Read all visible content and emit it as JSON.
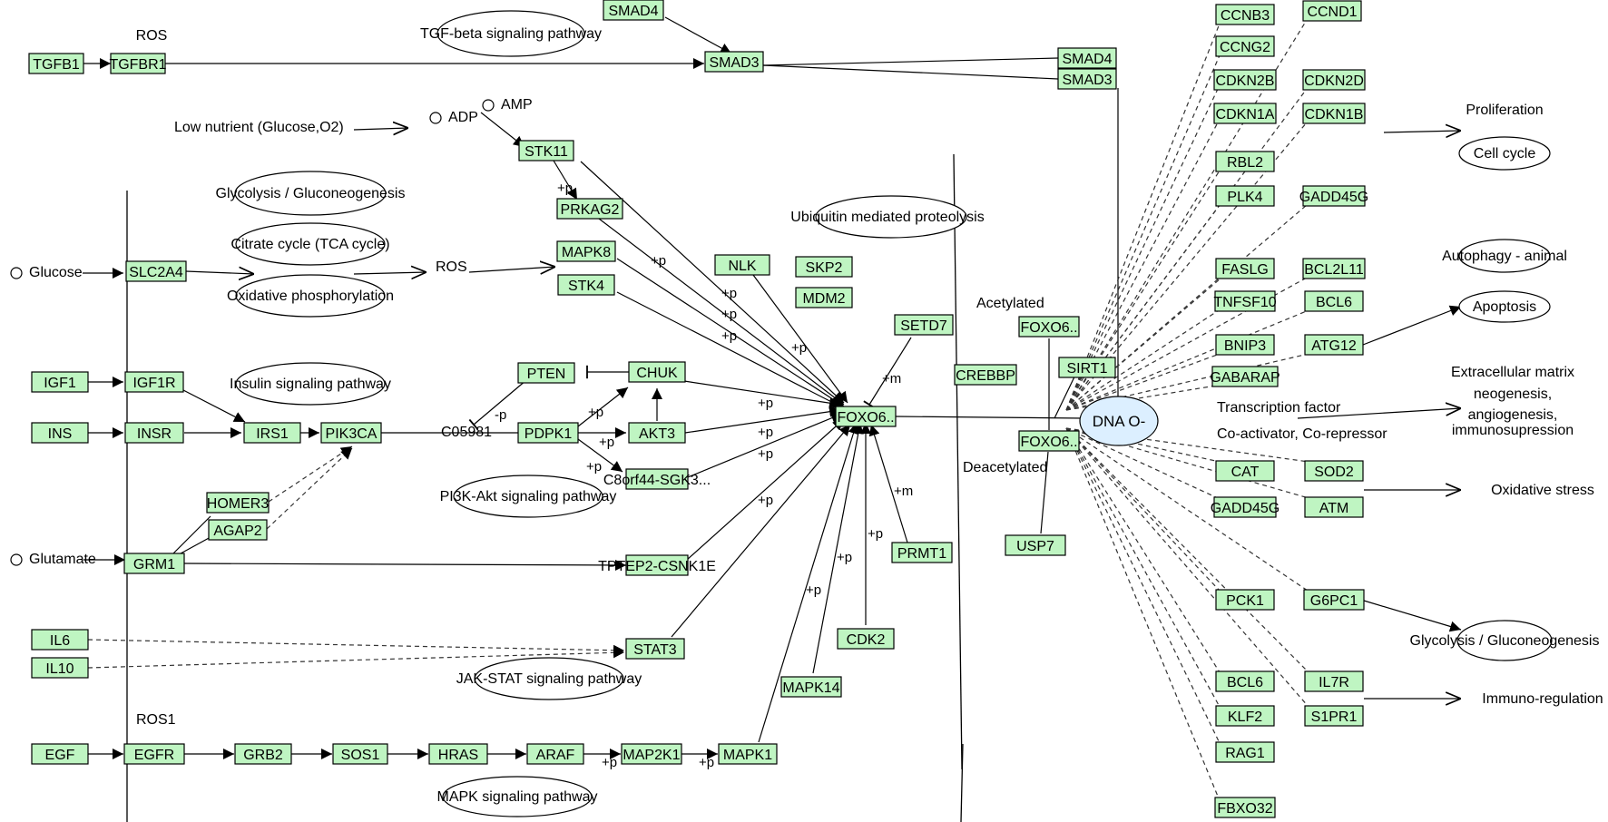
{
  "pathway_title": "FOXO signaling pathway",
  "genes": [
    {
      "id": "TGFB1",
      "label": "TGFB1"
    },
    {
      "id": "TGFBR1",
      "label": "TGFBR1"
    },
    {
      "id": "SMAD4a",
      "label": "SMAD4"
    },
    {
      "id": "SMAD3a",
      "label": "SMAD3"
    },
    {
      "id": "SMAD4b",
      "label": "SMAD4"
    },
    {
      "id": "SMAD3b",
      "label": "SMAD3"
    },
    {
      "id": "STK11",
      "label": "STK11"
    },
    {
      "id": "PRKAG2",
      "label": "PRKAG2"
    },
    {
      "id": "MAPK8",
      "label": "MAPK8"
    },
    {
      "id": "STK4",
      "label": "STK4"
    },
    {
      "id": "NLK",
      "label": "NLK"
    },
    {
      "id": "SKP2",
      "label": "SKP2"
    },
    {
      "id": "MDM2",
      "label": "MDM2"
    },
    {
      "id": "SETD7",
      "label": "SETD7"
    },
    {
      "id": "SLC2A4",
      "label": "SLC2A4"
    },
    {
      "id": "IGF1",
      "label": "IGF1"
    },
    {
      "id": "IGF1R",
      "label": "IGF1R"
    },
    {
      "id": "INS",
      "label": "INS"
    },
    {
      "id": "INSR",
      "label": "INSR"
    },
    {
      "id": "IRS1",
      "label": "IRS1"
    },
    {
      "id": "PIK3CA",
      "label": "PIK3CA"
    },
    {
      "id": "PTEN",
      "label": "PTEN"
    },
    {
      "id": "CHUK",
      "label": "CHUK"
    },
    {
      "id": "PDPK1",
      "label": "PDPK1"
    },
    {
      "id": "AKT3",
      "label": "AKT3"
    },
    {
      "id": "SGK3",
      "label": "C8orf44-SGK3..."
    },
    {
      "id": "HOMER3",
      "label": "HOMER3"
    },
    {
      "id": "AGAP2",
      "label": "AGAP2"
    },
    {
      "id": "GRM1",
      "label": "GRM1"
    },
    {
      "id": "CSNK1E",
      "label": "TPTEP2-CSNK1E"
    },
    {
      "id": "PRMT1",
      "label": "PRMT1"
    },
    {
      "id": "IL6",
      "label": "IL6"
    },
    {
      "id": "IL10",
      "label": "IL10"
    },
    {
      "id": "STAT3",
      "label": "STAT3"
    },
    {
      "id": "CDK2",
      "label": "CDK2"
    },
    {
      "id": "MAPK14",
      "label": "MAPK14"
    },
    {
      "id": "EGF",
      "label": "EGF"
    },
    {
      "id": "EGFR",
      "label": "EGFR"
    },
    {
      "id": "GRB2",
      "label": "GRB2"
    },
    {
      "id": "SOS1",
      "label": "SOS1"
    },
    {
      "id": "HRAS",
      "label": "HRAS"
    },
    {
      "id": "ARAF",
      "label": "ARAF"
    },
    {
      "id": "MAP2K1",
      "label": "MAP2K1"
    },
    {
      "id": "MAPK1",
      "label": "MAPK1"
    },
    {
      "id": "FOXOc",
      "label": "FOXO6.."
    },
    {
      "id": "FOXOa",
      "label": "FOXO6.."
    },
    {
      "id": "FOXOd",
      "label": "FOXO6.."
    },
    {
      "id": "CREBBP",
      "label": "CREBBP"
    },
    {
      "id": "SIRT1",
      "label": "SIRT1"
    },
    {
      "id": "USP7",
      "label": "USP7"
    },
    {
      "id": "CCNB3",
      "label": "CCNB3"
    },
    {
      "id": "CCND1",
      "label": "CCND1"
    },
    {
      "id": "CCNG2",
      "label": "CCNG2"
    },
    {
      "id": "CDKN2B",
      "label": "CDKN2B"
    },
    {
      "id": "CDKN2D",
      "label": "CDKN2D"
    },
    {
      "id": "CDKN1A",
      "label": "CDKN1A"
    },
    {
      "id": "CDKN1B",
      "label": "CDKN1B"
    },
    {
      "id": "RBL2",
      "label": "RBL2"
    },
    {
      "id": "PLK4",
      "label": "PLK4"
    },
    {
      "id": "GADD45Ga",
      "label": "GADD45G"
    },
    {
      "id": "FASLG",
      "label": "FASLG"
    },
    {
      "id": "BCL2L11",
      "label": "BCL2L11"
    },
    {
      "id": "TNFSF10",
      "label": "TNFSF10"
    },
    {
      "id": "BCL6a",
      "label": "BCL6"
    },
    {
      "id": "BNIP3",
      "label": "BNIP3"
    },
    {
      "id": "ATG12",
      "label": "ATG12"
    },
    {
      "id": "GABARAP",
      "label": "GABARAP"
    },
    {
      "id": "CAT",
      "label": "CAT"
    },
    {
      "id": "SOD2",
      "label": "SOD2"
    },
    {
      "id": "GADD45Gb",
      "label": "GADD45G"
    },
    {
      "id": "ATM",
      "label": "ATM"
    },
    {
      "id": "PCK1",
      "label": "PCK1"
    },
    {
      "id": "G6PC1",
      "label": "G6PC1"
    },
    {
      "id": "BCL6b",
      "label": "BCL6"
    },
    {
      "id": "IL7R",
      "label": "IL7R"
    },
    {
      "id": "KLF2",
      "label": "KLF2"
    },
    {
      "id": "S1PR1",
      "label": "S1PR1"
    },
    {
      "id": "RAG1",
      "label": "RAG1"
    },
    {
      "id": "FBXO32",
      "label": "FBXO32"
    }
  ],
  "pathways": [
    {
      "id": "tgfb",
      "label": "TGF-beta signaling pathway"
    },
    {
      "id": "glyco1",
      "label": "Glycolysis / Gluconeogenesis"
    },
    {
      "id": "tca",
      "label": "Citrate cycle (TCA cycle)"
    },
    {
      "id": "oxphos",
      "label": "Oxidative phosphorylation"
    },
    {
      "id": "insulin",
      "label": "Insulin signaling pathway"
    },
    {
      "id": "pi3k",
      "label": "PI3K-Akt signaling pathway"
    },
    {
      "id": "jak",
      "label": "JAK-STAT signaling pathway"
    },
    {
      "id": "mapk",
      "label": "MAPK signaling pathway"
    },
    {
      "id": "ubiq",
      "label": "Ubiquitin mediated proteolysis"
    },
    {
      "id": "cellcycle",
      "label": "Cell cycle"
    },
    {
      "id": "autophagy",
      "label": "Autophagy - animal"
    },
    {
      "id": "apoptosis",
      "label": "Apoptosis"
    },
    {
      "id": "glyco2",
      "label": "Glycolysis / Gluconeogenesis"
    }
  ],
  "labels": [
    {
      "id": "ros_top",
      "text": "ROS"
    },
    {
      "id": "lownutrient",
      "text": "Low nutrient (Glucose,O2)"
    },
    {
      "id": "adp",
      "text": "ADP"
    },
    {
      "id": "amp",
      "text": "AMP"
    },
    {
      "id": "glucose",
      "text": "Glucose"
    },
    {
      "id": "ros_mid",
      "text": "ROS"
    },
    {
      "id": "glutamate",
      "text": "Glutamate"
    },
    {
      "id": "ros1",
      "text": "ROS1"
    },
    {
      "id": "c05981",
      "text": "C05981"
    },
    {
      "id": "acetylated",
      "text": "Acetylated"
    },
    {
      "id": "deacetylated",
      "text": "Deacetylated"
    },
    {
      "id": "proliferation",
      "text": "Proliferation"
    },
    {
      "id": "tf",
      "text": "Transcription factor"
    },
    {
      "id": "coact",
      "text": "Co-activator, Co-repressor"
    },
    {
      "id": "ecm1",
      "text": "Extracellular matrix"
    },
    {
      "id": "ecm2",
      "text": "neogenesis,"
    },
    {
      "id": "ecm3",
      "text": "angiogenesis,"
    },
    {
      "id": "ecm4",
      "text": "immunosupression"
    },
    {
      "id": "oxstress",
      "text": "Oxidative stress"
    },
    {
      "id": "immuno",
      "text": "Immuno-regulation"
    }
  ],
  "dna_node": {
    "label": "DNA O-"
  },
  "edge_labels": [
    "+p",
    "-p",
    "+m"
  ]
}
